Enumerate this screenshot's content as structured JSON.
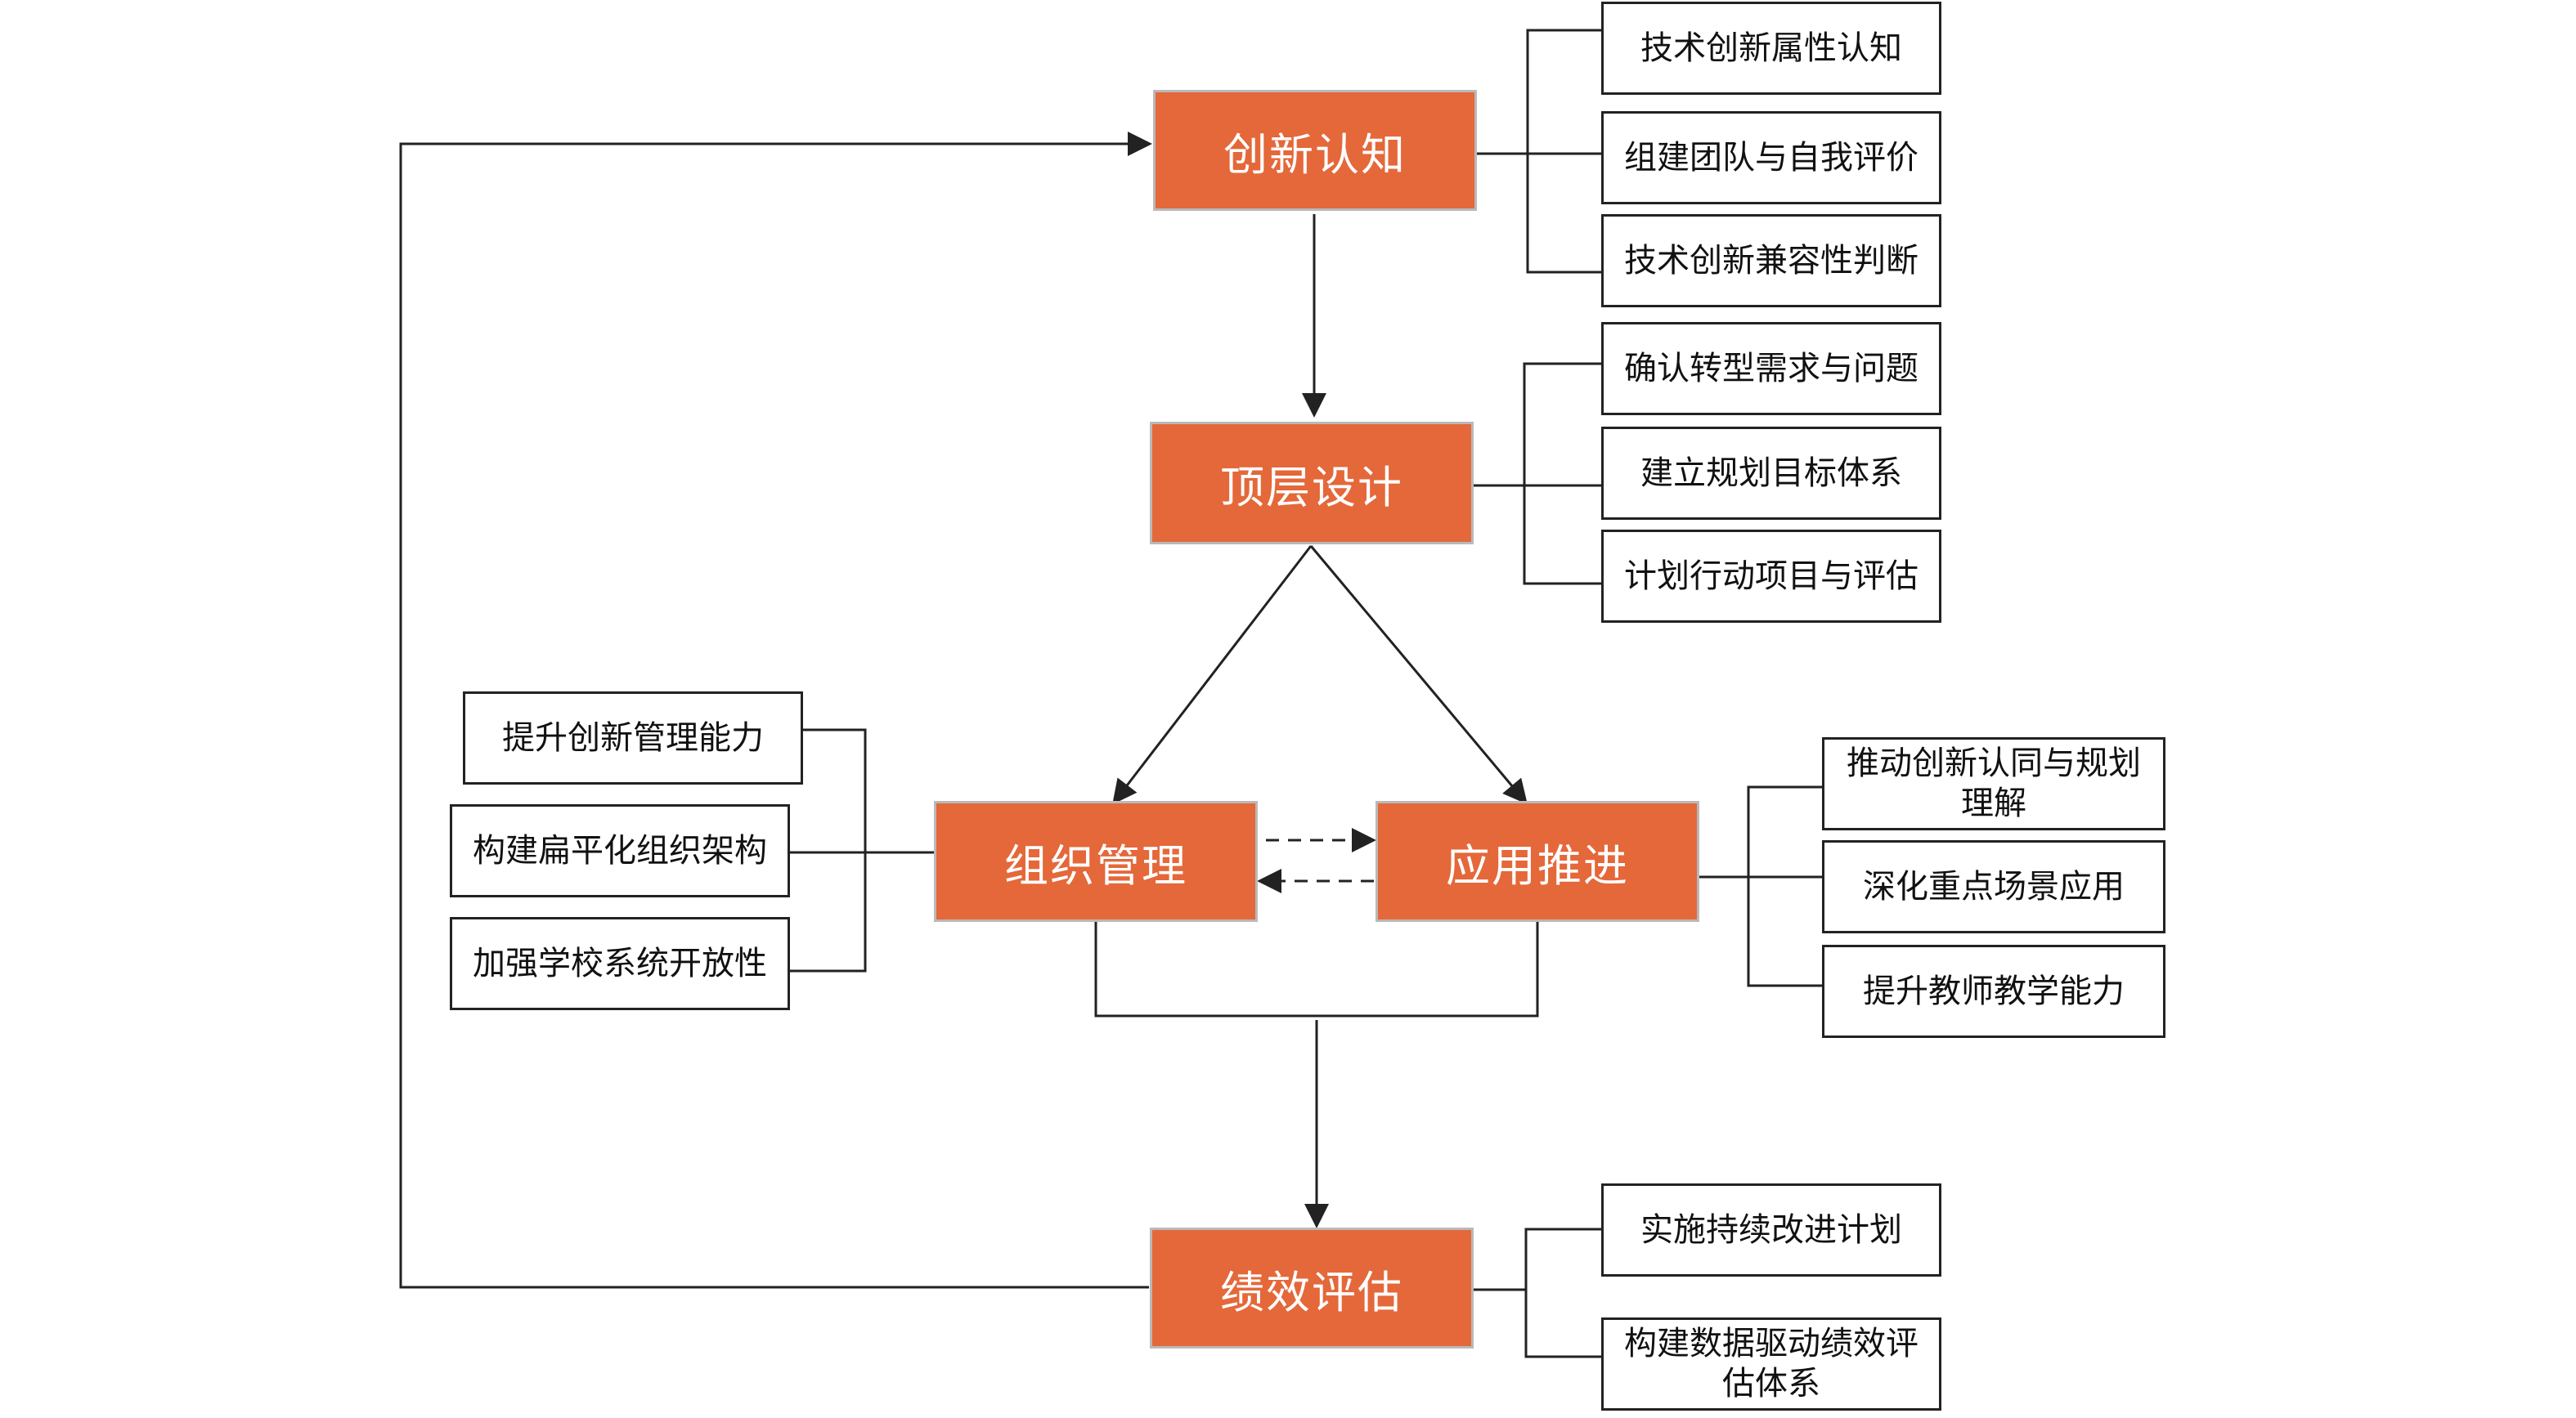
{
  "colors": {
    "main_fill": "#E4683A",
    "line": "#222222",
    "text_on_main": "#ffffff"
  },
  "main": {
    "innovation_cognition": "创新认知",
    "top_level_design": "顶层设计",
    "org_management": "组织管理",
    "application_promotion": "应用推进",
    "performance_evaluation": "绩效评估"
  },
  "cognition_items": [
    "技术创新属性认知",
    "组建团队与自我评价",
    "技术创新兼容性判断"
  ],
  "design_items": [
    "确认转型需求与问题",
    "建立规划目标体系",
    "计划行动项目与评估"
  ],
  "org_items": [
    "提升创新管理能力",
    "构建扁平化组织架构",
    "加强学校系统开放性"
  ],
  "promotion_items": [
    "推动创新认同与规划理解",
    "深化重点场景应用",
    "提升教师教学能力"
  ],
  "evaluation_items": [
    "实施持续改进计划",
    "构建数据驱动绩效评估体系"
  ]
}
